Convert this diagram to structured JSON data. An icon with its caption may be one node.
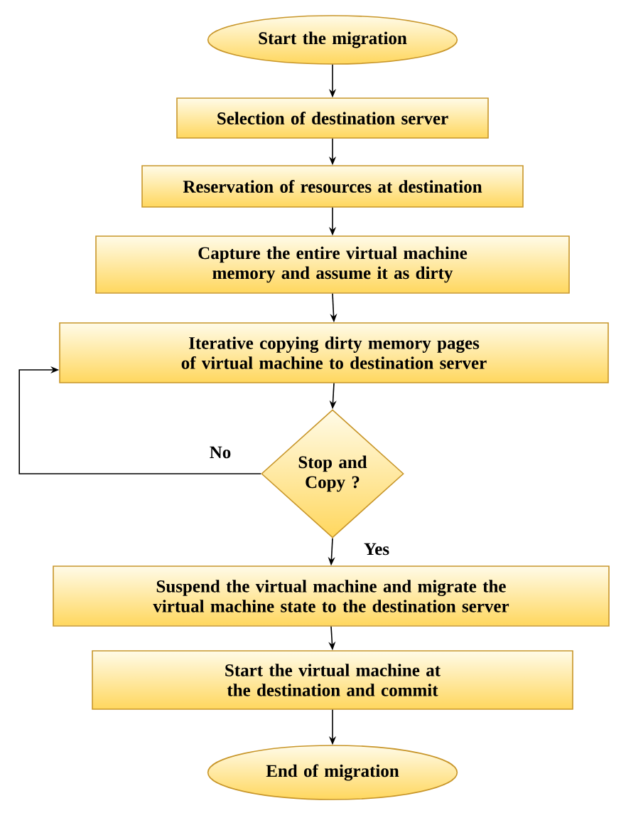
{
  "diagram": {
    "nodes": [
      {
        "text": [
          "Start the migration"
        ]
      },
      {
        "text": [
          "Selection of destination server"
        ]
      },
      {
        "text": [
          "Reservation of resources at destination"
        ]
      },
      {
        "text": [
          "Capture the entire virtual machine memory and assume it as dirty"
        ]
      },
      {
        "text": [
          "Iterative copying dirty memory pages of virtual machine to destination server"
        ]
      },
      {
        "text": [
          "Stop and Copy ?"
        ]
      },
      {
        "text": [
          "Suspend the virtual machine and migrate the virtual machine state to the destination server"
        ]
      },
      {
        "text": [
          "Start the virtual machine at the destination and commit"
        ]
      },
      {
        "text": [
          "End of migration"
        ]
      }
    ],
    "edges": [
      {
        "from": 0,
        "to": 1,
        "arrow": "to"
      },
      {
        "from": 1,
        "to": 2,
        "arrow": "to"
      },
      {
        "from": 2,
        "to": 3,
        "arrow": "to"
      },
      {
        "from": 3,
        "to": 4,
        "arrow": "to"
      },
      {
        "from": 4,
        "to": 5,
        "arrow": "to"
      },
      {
        "from": 5,
        "to": 4,
        "arrow": "to",
        "label": "No"
      },
      {
        "from": 5,
        "to": 6,
        "arrow": "to",
        "label": "Yes"
      },
      {
        "from": 6,
        "to": 7,
        "arrow": "to"
      },
      {
        "from": 7,
        "to": 8,
        "arrow": "to"
      }
    ]
  }
}
